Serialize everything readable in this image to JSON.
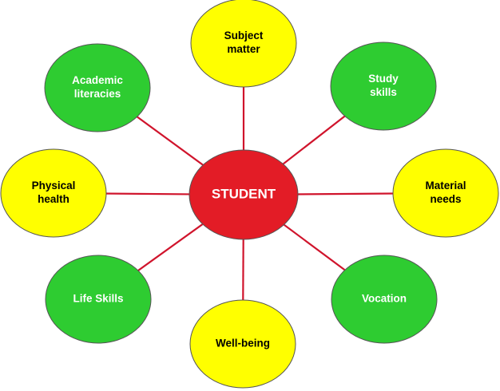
{
  "colors": {
    "center_fill": "#e31c26",
    "green_fill": "#2ecc31",
    "yellow_fill": "#ffff00",
    "connector": "#d0142c",
    "dark_text": "#000000",
    "light_text": "#ffffff"
  },
  "center": {
    "label": "STUDENT"
  },
  "nodes": [
    {
      "id": "subject-matter",
      "lines": [
        "Subject",
        "matter"
      ],
      "color": "yellow"
    },
    {
      "id": "study-skills",
      "lines": [
        "Study",
        "skills"
      ],
      "color": "green"
    },
    {
      "id": "material-needs",
      "lines": [
        "Material",
        "needs"
      ],
      "color": "yellow"
    },
    {
      "id": "vocation",
      "lines": [
        "Vocation"
      ],
      "color": "green"
    },
    {
      "id": "well-being",
      "lines": [
        "Well-being"
      ],
      "color": "yellow"
    },
    {
      "id": "life-skills",
      "lines": [
        "Life Skills"
      ],
      "color": "green"
    },
    {
      "id": "physical-health",
      "lines": [
        "Physical",
        "health"
      ],
      "color": "yellow"
    },
    {
      "id": "academic-literacies",
      "lines": [
        "Academic",
        "literacies"
      ],
      "color": "green"
    }
  ]
}
